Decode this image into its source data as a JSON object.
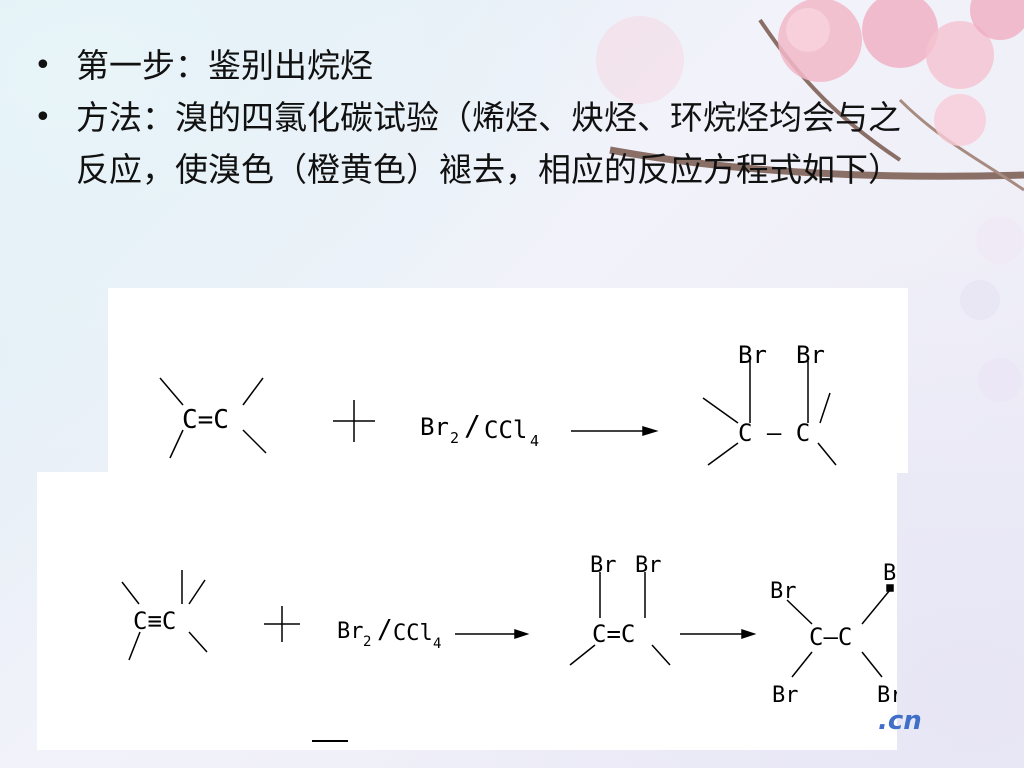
{
  "bullets": [
    "第一步：鉴别出烷烃",
    "方法：溴的四氯化碳试验（烯烃、炔烃、环烷烃均会与之反应，使溴色（橙黄色）褪去，相应的反应方程式如下）"
  ],
  "bullet_symbol": "•",
  "reaction1": {
    "reactant1": "C=C",
    "plus": "+",
    "reagent": {
      "br": "Br",
      "sub2": "2",
      "slash": "/",
      "ccl": "CCl",
      "sub4": "4"
    },
    "product": {
      "atoms": "C — C",
      "br1": "Br",
      "br2": "Br"
    }
  },
  "reaction2": {
    "reactant1": "C≡C",
    "plus": "+",
    "reagent": {
      "br": "Br",
      "sub2": "2",
      "slash": "/",
      "ccl": "CCl",
      "sub4": "4"
    },
    "intermediate": {
      "atoms": "C=C",
      "br1": "Br",
      "br2": "Br"
    },
    "product": {
      "atoms": "C—C",
      "br1": "Br",
      "br2": "Br",
      "br3": "Br",
      "br4": "Br"
    }
  },
  "watermark": ".cn",
  "colors": {
    "rose": "#f2b8c8",
    "branch": "#8a6f66",
    "watermark": "#3f6fc8"
  }
}
